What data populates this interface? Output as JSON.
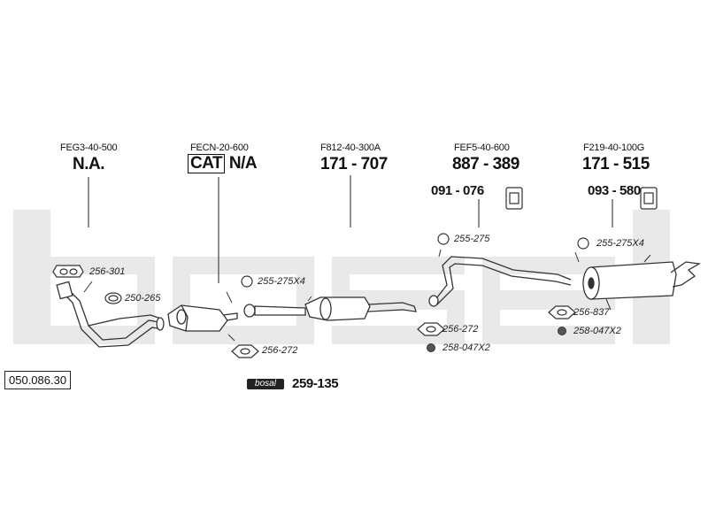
{
  "catalogue_ref": "050.086.30",
  "watermark": "bosal",
  "sections": [
    {
      "code": "FEG3-40-500",
      "number": "N.A."
    },
    {
      "code": "FECN-20-600",
      "cat_label": "CAT",
      "number": "N/A"
    },
    {
      "code": "F812-40-300A",
      "number": "171 - 707"
    },
    {
      "code": "FEF5-40-600",
      "number": "887 - 389",
      "hanger": "091 - 076"
    },
    {
      "code": "F219-40-100G",
      "number": "171 - 515",
      "hanger": "093 - 580"
    }
  ],
  "accessories": [
    {
      "id": "acc-gasket-manifold",
      "label": "256-301",
      "icon": "gasket-icon"
    },
    {
      "id": "acc-ring-manifold",
      "label": "250-265",
      "icon": "ring-gasket-icon"
    },
    {
      "id": "acc-clamp-cat",
      "label": "255-275X4",
      "icon": "clamp-icon"
    },
    {
      "id": "acc-gasket-cat",
      "label": "256-272",
      "icon": "gasket-icon"
    },
    {
      "id": "acc-clamp-mid",
      "label": "255-275",
      "icon": "clamp-icon"
    },
    {
      "id": "acc-gasket-mid",
      "label": "256-272",
      "icon": "gasket-icon"
    },
    {
      "id": "acc-nut-mid",
      "label": "258-047X2",
      "icon": "nut-icon"
    },
    {
      "id": "acc-clamp-rear",
      "label": "255-275X4",
      "icon": "clamp-icon"
    },
    {
      "id": "acc-gasket-rear",
      "label": "256-837",
      "icon": "gasket-icon"
    },
    {
      "id": "acc-nut-rear",
      "label": "258-047X2",
      "icon": "nut-icon"
    }
  ],
  "kit": {
    "badge": "bosal",
    "number": "259-135"
  }
}
